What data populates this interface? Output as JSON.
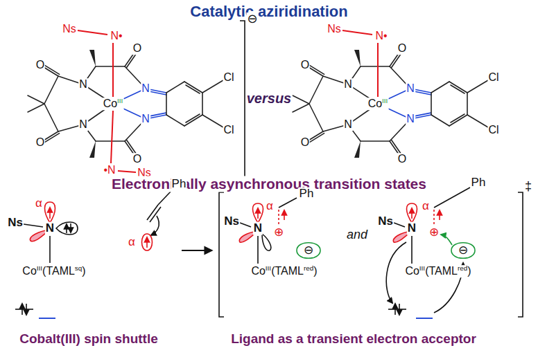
{
  "diagram": {
    "title": "Catalytic aziridination",
    "labels": [
      "Ns",
      "N•",
      "Co",
      "III",
      "N",
      "N",
      "N",
      "N",
      "O",
      "O",
      "O",
      "O",
      "Cl",
      "Cl",
      "•N",
      "Ns",
      "⊖",
      "versus",
      "Ns",
      "N•",
      "Co",
      "III",
      "N",
      "N",
      "N",
      "N",
      "O",
      "O",
      "O",
      "O",
      "Cl",
      "Cl",
      "Electronically asynchronous transition states",
      "α",
      "Ns",
      "N",
      "Co",
      "III",
      "(TAML",
      "sq",
      ")",
      "Ph",
      "α",
      "α",
      "Ns",
      "N",
      "⊕",
      "Ph",
      "⊖",
      "Co",
      "III",
      "(TAML",
      "red",
      ")",
      "and",
      "α",
      "Ph",
      "⊕",
      "Ns",
      "N",
      "⊖",
      "Co",
      "III",
      "(TAML",
      "red",
      ")",
      "‡",
      "Cobalt(III) spin shuttle",
      "Ligand as a transient electron acceptor"
    ]
  }
}
